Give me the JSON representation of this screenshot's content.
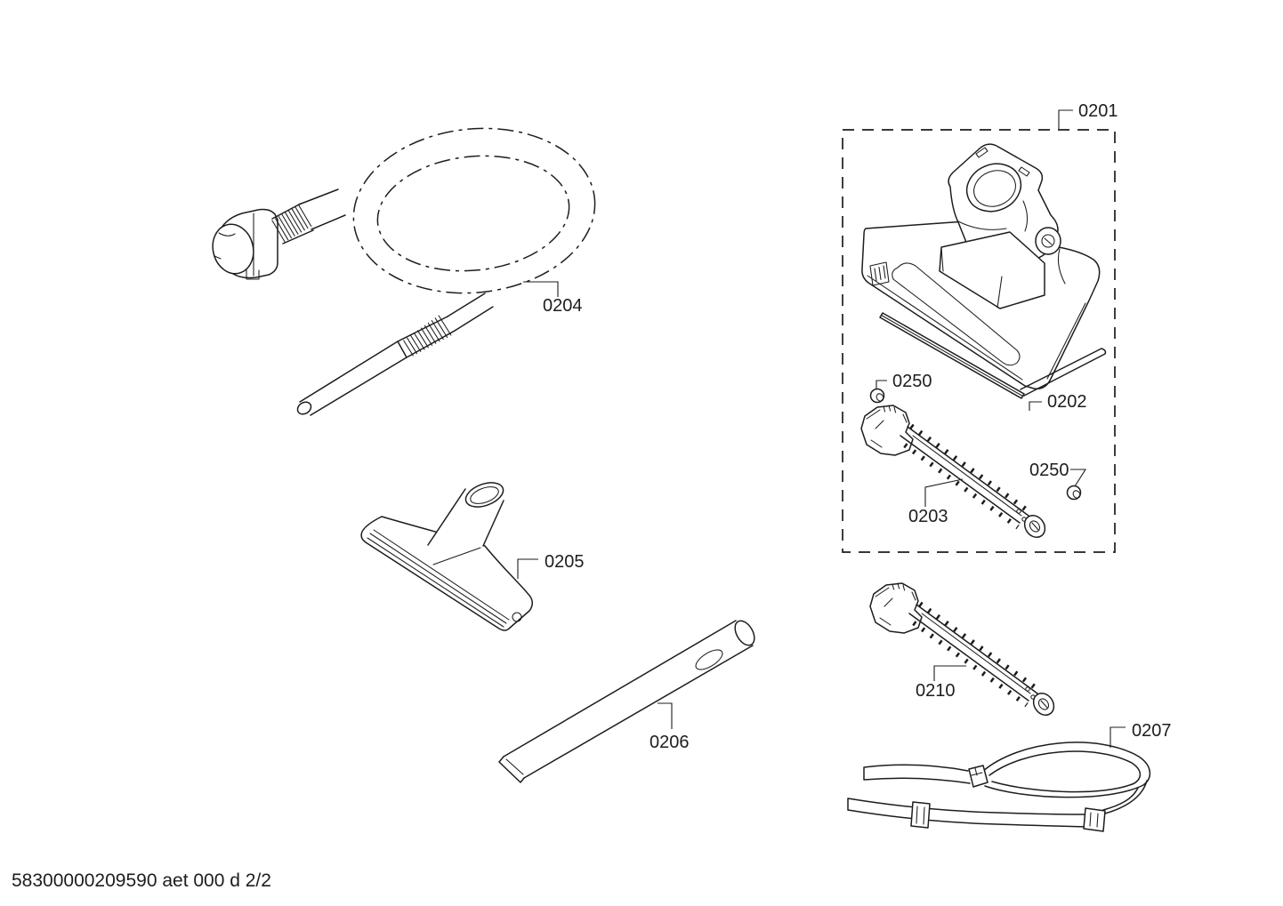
{
  "page": {
    "background": "#ffffff",
    "line_color": "#1d1d1b",
    "footer_text": "58300000209590 aet 000 d 2/2"
  },
  "labels": {
    "assembly_box": "0201",
    "squeegee_strip": "0202",
    "brush_roller": "0203",
    "flexible_hose": "0204",
    "upholstery_nozzle": "0205",
    "crevice_nozzle": "0206",
    "shoulder_strap": "0207",
    "spare_brush_roller": "0210",
    "bushing_left": "0250",
    "bushing_right": "0250"
  }
}
